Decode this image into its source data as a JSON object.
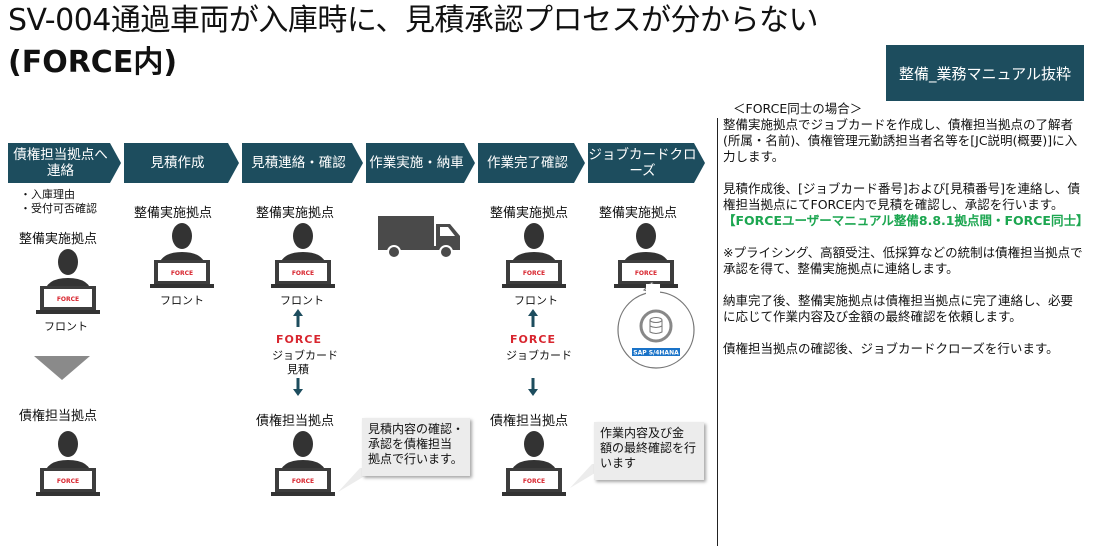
{
  "title": {
    "line1": "SV-004通過車両が入庫時に、見積承認プロセスが分からない",
    "line2": "(FORCE内)"
  },
  "badge": "整備_業務マニュアル抜粋",
  "steps": [
    "債権担当拠点へ連絡",
    "見積作成",
    "見積連絡・確認",
    "作業実施・納車",
    "作業完了確認",
    "ジョブカードクローズ"
  ],
  "col1": {
    "notes": [
      "・入庫理由",
      "・受付可否確認"
    ],
    "top_label": "整備実施拠点",
    "top_caption": "フロント",
    "bottom_label": "債権担当拠点"
  },
  "col2": {
    "top_label": "整備実施拠点",
    "top_caption": "フロント"
  },
  "col3": {
    "top_label": "整備実施拠点",
    "top_caption": "フロント",
    "force_logo": "FORCE",
    "force_caption1": "ジョブカード",
    "force_caption2": "見積",
    "bottom_label": "債権担当拠点"
  },
  "callout1": "見積内容の確認・\n承認を債権担当\n拠点で行います。",
  "col5": {
    "top_label": "整備実施拠点",
    "top_caption": "フロント",
    "force_logo": "FORCE",
    "force_caption": "ジョブカード",
    "bottom_label": "債権担当拠点"
  },
  "callout2": "作業内容及び金\n額の最終確認を行\nいます",
  "col6": {
    "top_label": "整備実施拠点",
    "sap_label": "SAP S/4HANA"
  },
  "screen_logo": "FORCE",
  "right": {
    "heading": "＜FORCE同士の場合＞",
    "para1": "整備実施拠点でジョブカードを作成し、債権担当拠点の了解者(所属・名前)、債権管理元勤誘担当者名等を[JC説明(概要)]に入力します。",
    "para2": "見積作成後、[ジョブカード番号]および[見積番号]を連絡し、債権担当拠点にてFORCE内で見積を確認し、承認を行います。",
    "para2_link": "【FORCEユーザーマニュアル整備8.8.1拠点間・FORCE同士】",
    "para3": "※プライシング、高額受注、低採算などの統制は債権担当拠点で承認を得て、整備実施拠点に連絡します。",
    "para4": "納車完了後、整備実施拠点は債権担当拠点に完了連絡し、必要に応じて作業内容及び金額の最終確認を依頼します。",
    "para5": "債権担当拠点の確認後、ジョブカードクローズを行います。"
  },
  "colors": {
    "primary": "#1d4d5e",
    "accent_red": "#d8262f",
    "link_green": "#1ca650"
  }
}
